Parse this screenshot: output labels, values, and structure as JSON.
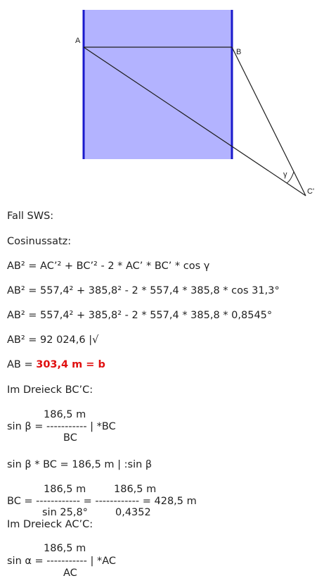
{
  "diagram": {
    "labels": {
      "A": "A",
      "B": "B",
      "C_prime": "C'",
      "gamma": "γ"
    },
    "colors": {
      "fill": "#b3b3ff",
      "banks": "#1a1acc",
      "lines": "#1f1f1f"
    }
  },
  "text": {
    "case": "Fall SWS:",
    "law": "Cosinussatz:",
    "eq1": "AB² = AC’² + BC’² - 2 * AC’ * BC’ * cos γ",
    "eq2": "AB² = 557,4² + 385,8² - 2 * 557,4 * 385,8 * cos 31,3°",
    "eq3": "AB² = 557,4² + 385,8² - 2 * 557,4 * 385,8 * 0,8545°",
    "eq4": "AB² = 92 024,6 |√",
    "result_prefix": "AB = ",
    "result_value": "303,4 m = b",
    "triangle1": "Im Dreieck BC’C:",
    "sinb": {
      "num": "186,5 m",
      "lhs": "sin β = ----------- | *BC",
      "den": "BC"
    },
    "sinb_mult": "sin β * BC = 186,5 m | :sin β",
    "bc": {
      "num1": "186,5 m",
      "num2": "186,5 m",
      "line": "BC = ------------ = ------------ = 428,5 m",
      "den1": "sin 25,8°",
      "den2": "0,4352"
    },
    "triangle2": "Im Dreieck AC’C:",
    "sina": {
      "num": "186,5 m",
      "lhs": "sin α = ----------- | *AC",
      "den": "AC"
    }
  }
}
